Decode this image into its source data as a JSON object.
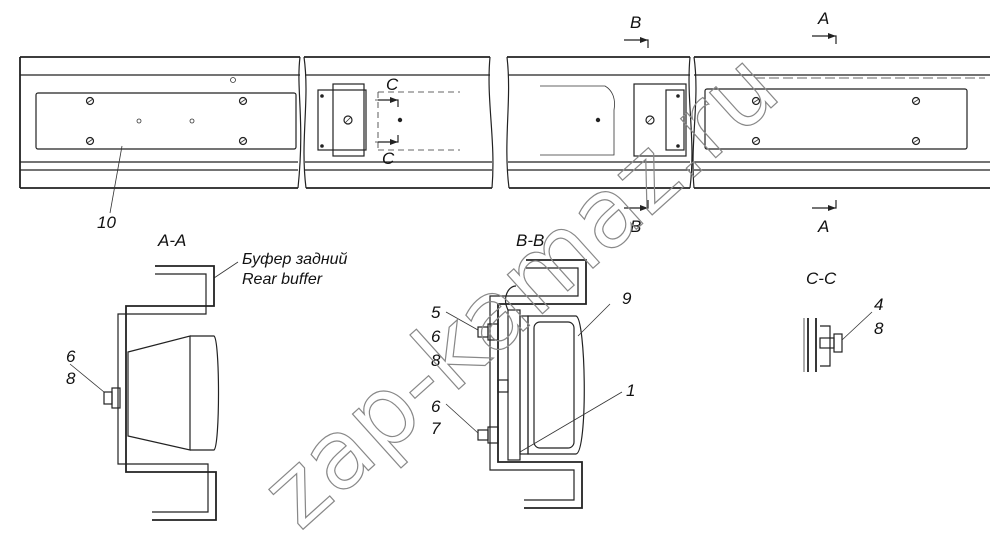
{
  "sections": {
    "bb_top": "B",
    "aa_top": "A",
    "bb_bottom": "B",
    "aa_bottom": "A",
    "cc_top": "C",
    "cc_bottom": "C"
  },
  "views": {
    "aa_title": "A-A",
    "bb_title": "B-B",
    "cc_title": "C-C"
  },
  "callouts": {
    "p10": "10",
    "aa_6": "6",
    "aa_8": "8",
    "bb_5": "5",
    "bb_6a": "6",
    "bb_8": "8",
    "bb_6b": "6",
    "bb_7": "7",
    "bb_9": "9",
    "bb_1": "1",
    "cc_4": "4",
    "cc_8": "8"
  },
  "buffer_label": {
    "ru": "Буфер задний",
    "en": "Rear buffer"
  },
  "watermark": "zap-kamaz.ru"
}
